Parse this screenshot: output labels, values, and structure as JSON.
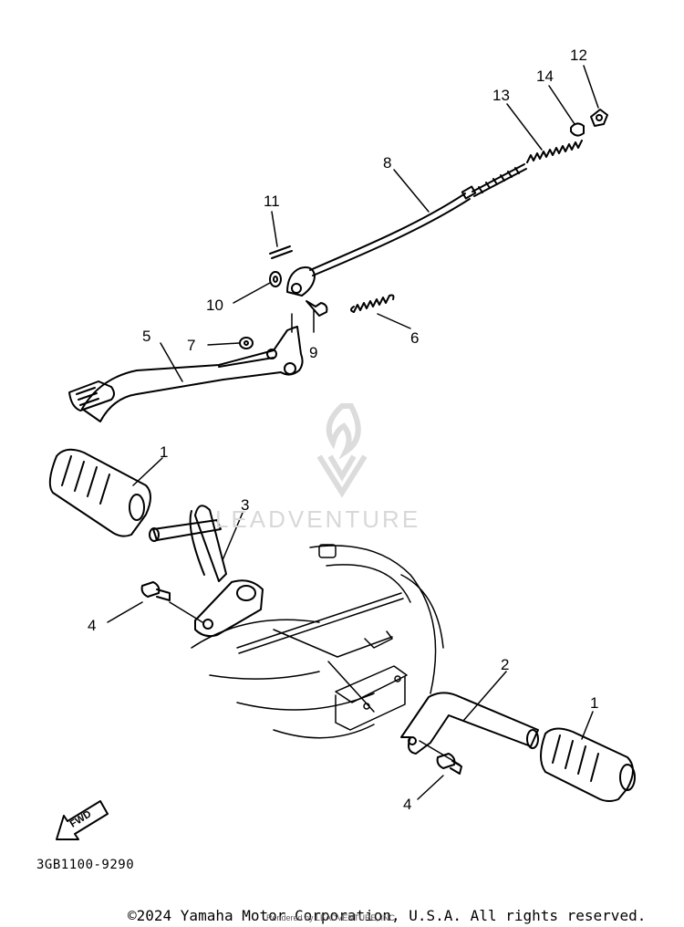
{
  "callouts": {
    "c1a": "1",
    "c1b": "1",
    "c2": "2",
    "c3": "3",
    "c4a": "4",
    "c4b": "4",
    "c5": "5",
    "c6": "6",
    "c7": "7",
    "c8": "8",
    "c9": "9",
    "c10": "10",
    "c11": "11",
    "c12": "12",
    "c13": "13",
    "c14": "14"
  },
  "fwd_label": "FWD",
  "diagram_code": "3GB1100-9290",
  "watermark": "LEADVENTURE",
  "copyright": "©2024 Yamaha Motor Corporation, U.S.A. All rights reserved.",
  "rendered_by": "Rendered by LEADVENTURE, INC."
}
